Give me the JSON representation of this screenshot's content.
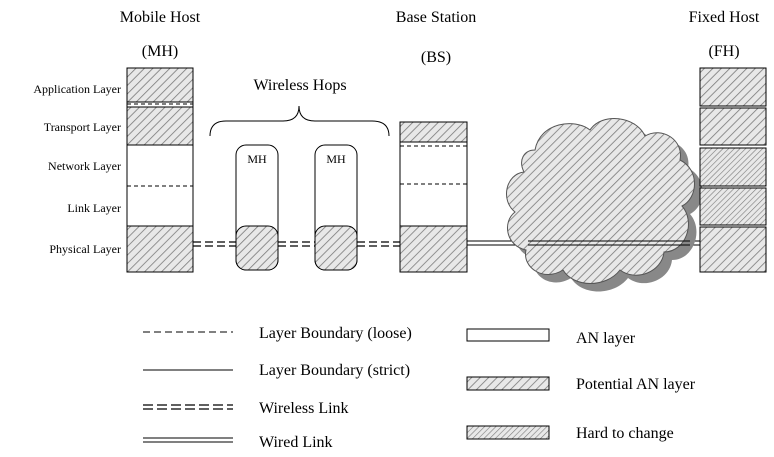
{
  "nodes": {
    "mobile_host": {
      "title": "Mobile Host",
      "abbr": "(MH)"
    },
    "base_station": {
      "title": "Base Station",
      "abbr": "(BS)"
    },
    "fixed_host": {
      "title": "Fixed Host",
      "abbr": "(FH)"
    }
  },
  "layers": [
    "Application Layer",
    "Transport Layer",
    "Network Layer",
    "Link Layer",
    "Physical Layer"
  ],
  "wireless_hops": {
    "label": "Wireless Hops",
    "hop_label": "MH"
  },
  "legend": {
    "loose": "Layer Boundary (loose)",
    "strict": "Layer Boundary (strict)",
    "wireless": "Wireless Link",
    "wired": "Wired Link",
    "an_layer": "AN layer",
    "potential_an": "Potential AN layer",
    "hard": "Hard to change"
  },
  "colors": {
    "stroke": "#000000",
    "hatch_fill": "#e8e8e8",
    "hatch_line": "#7a7a7a",
    "shadow": "#888888"
  }
}
